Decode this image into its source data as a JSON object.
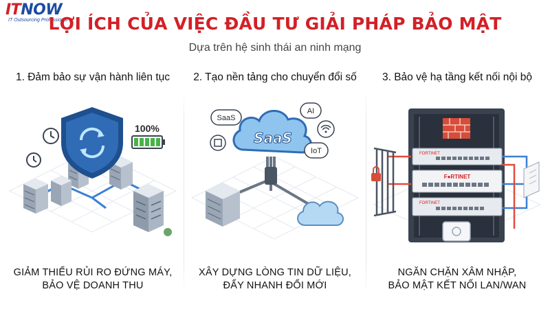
{
  "brand": {
    "logo_it": "IT",
    "logo_now": "NOW",
    "tagline": "IT Outsourcing Professional"
  },
  "header": {
    "title": "LỢI ÍCH CỦA VIỆC ĐẦU TƯ GIẢI PHÁP BẢO MẬT",
    "subtitle": "Dựa trên hệ sinh thái an ninh mạng"
  },
  "colors": {
    "title_red": "#d32027",
    "brand_blue": "#1b4da1",
    "shield_blue": "#1e4f8f",
    "cloud_blue": "#8fc4ee",
    "rack_dark": "#3a4250",
    "firewall_red": "#d84c3a"
  },
  "columns": [
    {
      "heading": "1. Đảm bảo sự vận hành liên tục",
      "illustration": {
        "icons": [
          "shield-sync-icon",
          "server-icon",
          "clock-icon",
          "building-icon",
          "battery-icon"
        ],
        "battery_label": "100%"
      },
      "benefit_line1": "GIẢM THIỂU RỦI RO ĐỨNG MÁY,",
      "benefit_line2": "BẢO VỆ DOANH THU"
    },
    {
      "heading": "2. Tạo nền tảng cho chuyển đổi số",
      "illustration": {
        "icons": [
          "cloud-icon",
          "wifi-icon",
          "server-icon",
          "chip-icon"
        ],
        "cloud_label": "SaaS",
        "bubbles": [
          "SaaS",
          "AI",
          "IoT"
        ]
      },
      "benefit_line1": "XÂY DỰNG LÒNG TIN DỮ LIỆU,",
      "benefit_line2": "ĐẨY NHANH ĐỔI MỚI"
    },
    {
      "heading": "3. Bảo vệ hạ tầng kết nối nội bộ",
      "illustration": {
        "icons": [
          "rack-icon",
          "firewall-icon",
          "gate-icon",
          "lock-icon",
          "access-point-icon"
        ],
        "device_labels": [
          "FORTINET",
          "F●RTINET",
          "FORTINET"
        ]
      },
      "benefit_line1": "NGĂN CHẶN XÂM NHẬP,",
      "benefit_line2": "BẢO MẬT KẾT NỐI LAN/WAN"
    }
  ]
}
